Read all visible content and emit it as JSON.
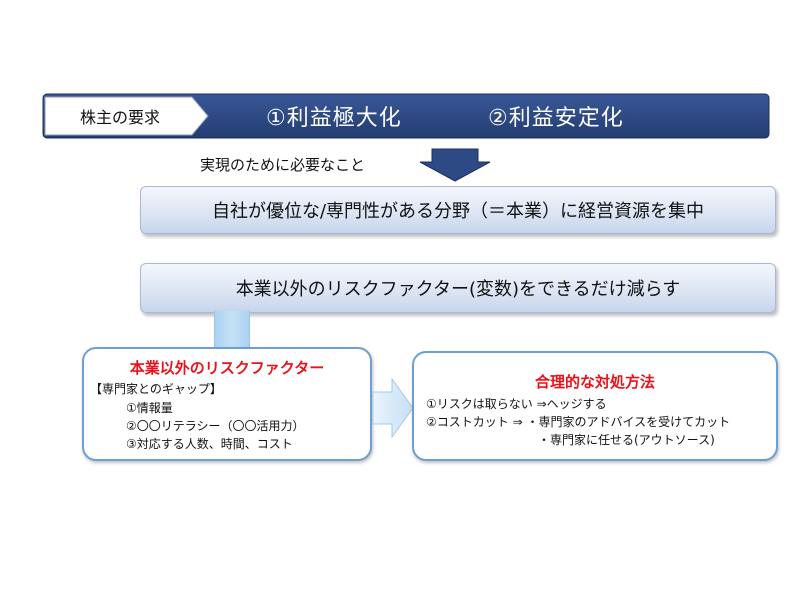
{
  "banner": {
    "label": "株主の要求",
    "goals": [
      "①利益極大化",
      "②利益安定化"
    ]
  },
  "need_caption": "実現のために必要なこと",
  "box_focus": "自社が優位な/専門性がある分野（＝本業）に経営資源を集中",
  "box_reduce": "本業以外のリスクファクター(変数)をできるだけ減らす",
  "risk_box": {
    "title": "本業以外のリスクファクター",
    "subtitle": "【専門家とのギャップ】",
    "items": [
      "①情報量",
      "②〇〇リテラシー（〇〇活用力）",
      "③対応する人数、時間、コスト"
    ]
  },
  "solution_box": {
    "title": "合理的な対処方法",
    "lines": [
      "①リスクは取らない ⇒ヘッジする",
      "②コストカット ⇒ ・専門家のアドバイスを受けてカット",
      "・専門家に任せる(アウトソース)"
    ]
  },
  "colors": {
    "banner": "#2e4a84",
    "title_red": "#e8121b",
    "box_border": "#6f9fd2",
    "arrow": "#2e4a84",
    "connector": "#a9d2f2"
  }
}
